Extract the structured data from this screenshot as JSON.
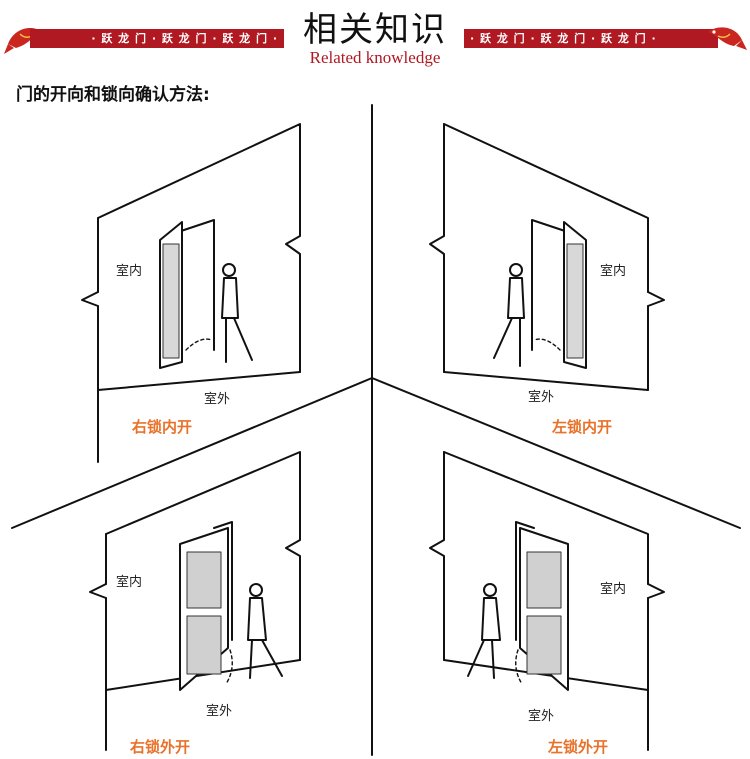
{
  "banner": {
    "title_zh": "相关知识",
    "title_en": "Related knowledge",
    "bar_left_text": "· 跃 龙 门 · 跃 龙 门 · 跃 龙 门 ·",
    "bar_right_text": "· 跃 龙 门 · 跃 龙 门 · 跃 龙 门 ·",
    "accent_color": "#b01822"
  },
  "heading": "门的开向和锁向确认方法:",
  "panels": [
    {
      "indoor": "室内",
      "outdoor": "室外",
      "caption": "右锁内开"
    },
    {
      "indoor": "室内",
      "outdoor": "室外",
      "caption": "左锁内开"
    },
    {
      "indoor": "室内",
      "outdoor": "室外",
      "caption": "右锁外开"
    },
    {
      "indoor": "室内",
      "outdoor": "室外",
      "caption": "左锁外开"
    }
  ],
  "caption_color": "#e8722a"
}
